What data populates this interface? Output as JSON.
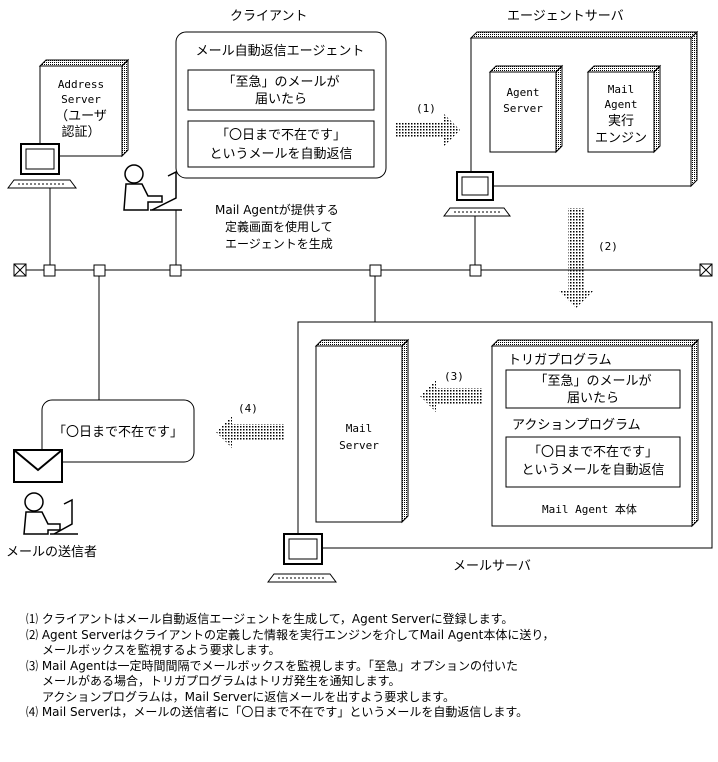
{
  "labels": {
    "client": "クライアント",
    "agent_server_group": "エージェントサーバ",
    "mail_server_group": "メールサーバ",
    "address_server": [
      "Address",
      "Server",
      "（ユーザ",
      "認証）"
    ],
    "mail_auto_reply_agent": "メール自動返信エージェント",
    "urgent_mail_arrived": [
      "「至急」のメールが",
      "届いたら"
    ],
    "absent_auto_reply": [
      "「〇日まで不在です」",
      "というメールを自動返信"
    ],
    "agent_server": [
      "Agent",
      "Server"
    ],
    "mail_agent_engine": [
      "Mail",
      "Agent",
      "実行",
      "エンジン"
    ],
    "creation_note": [
      "Mail Agentが提供する",
      "定義画面を使用して",
      "エージェントを生成"
    ],
    "step1": "(1)",
    "step2": "(2)",
    "step3": "(3)",
    "step4": "(4)",
    "trigger_program": "トリガプログラム",
    "action_program": "アクションプログラム",
    "mail_server": [
      "Mail",
      "Server"
    ],
    "mail_agent_main": "Mail Agent 本体",
    "absent_bubble": "「〇日まで不在です」",
    "sender": "メールの送信者"
  },
  "notes": [
    "⑴ クライアントはメール自動返信エージェントを生成して，Agent Serverに登録します。",
    "⑵ Agent Serverはクライアントの定義した情報を実行エンジンを介してMail Agent本体に送り，",
    "メールボックスを監視するよう要求します。",
    "⑶ Mail Agentは一定時間間隔でメールボックスを監視します。「至急」オプションの付いた",
    "メールがある場合，トリガプログラムはトリガ発生を通知します。",
    "アクションプログラムは，Mail Serverに返信メールを出すよう要求します。",
    "⑷ Mail Serverは，メールの送信者に「〇日まで不在です」というメールを自動返信します。"
  ]
}
